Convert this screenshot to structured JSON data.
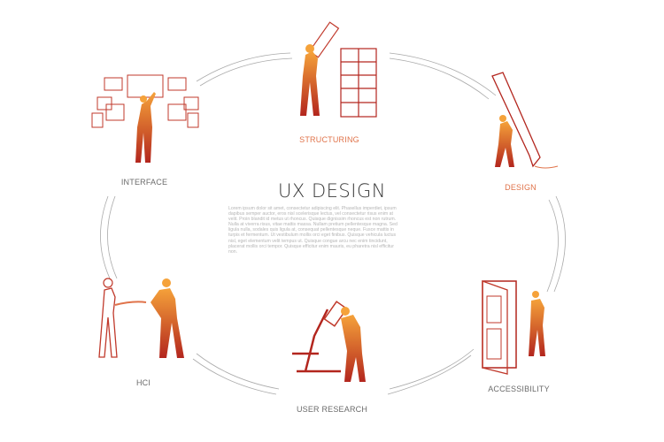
{
  "title": "UX DESIGN",
  "body_text": "Lorem ipsum dolor sit amet, consectetur adipiscing elit. Phasellus imperdiet, ipsum dapibus semper auctor, eros nisl scelerisque lectus, vel consectetur risus enim at velit. Proin blandit id metus ut rhoncus. Quisque dignissim rhoncus est non rutrum. Nulla at viverra risus, vitae mattis massa. Nullam pretium pellentesque magna. Sed ligula nulla, sodales quis ligula at, consequat pellentesque neque. Fusce mattis in turpis et fermentum. Ut vestibulum mollis orci eget finibus. Quisque vehicula luctus nisl, eget elementum velit tempus ut. Quisque congue arcu nec enim tincidunt, placerat mollis orci tempor. Quisque efficitur enim mauris, eu pharetra nisl efficitur non.",
  "stages": {
    "structuring": "STRUCTURING",
    "interface": "INTERFACE",
    "design": "DESIGN",
    "hci": "HCI",
    "user_research": "USER RESEARCH",
    "accessibility": "ACCESSIBILITY"
  },
  "colors": {
    "accent": "#e0734a",
    "illustration_light": "#f5a23a",
    "illustration_dark": "#b3261e",
    "label": "#6b6b6b",
    "arc": "#aaaaaa"
  }
}
